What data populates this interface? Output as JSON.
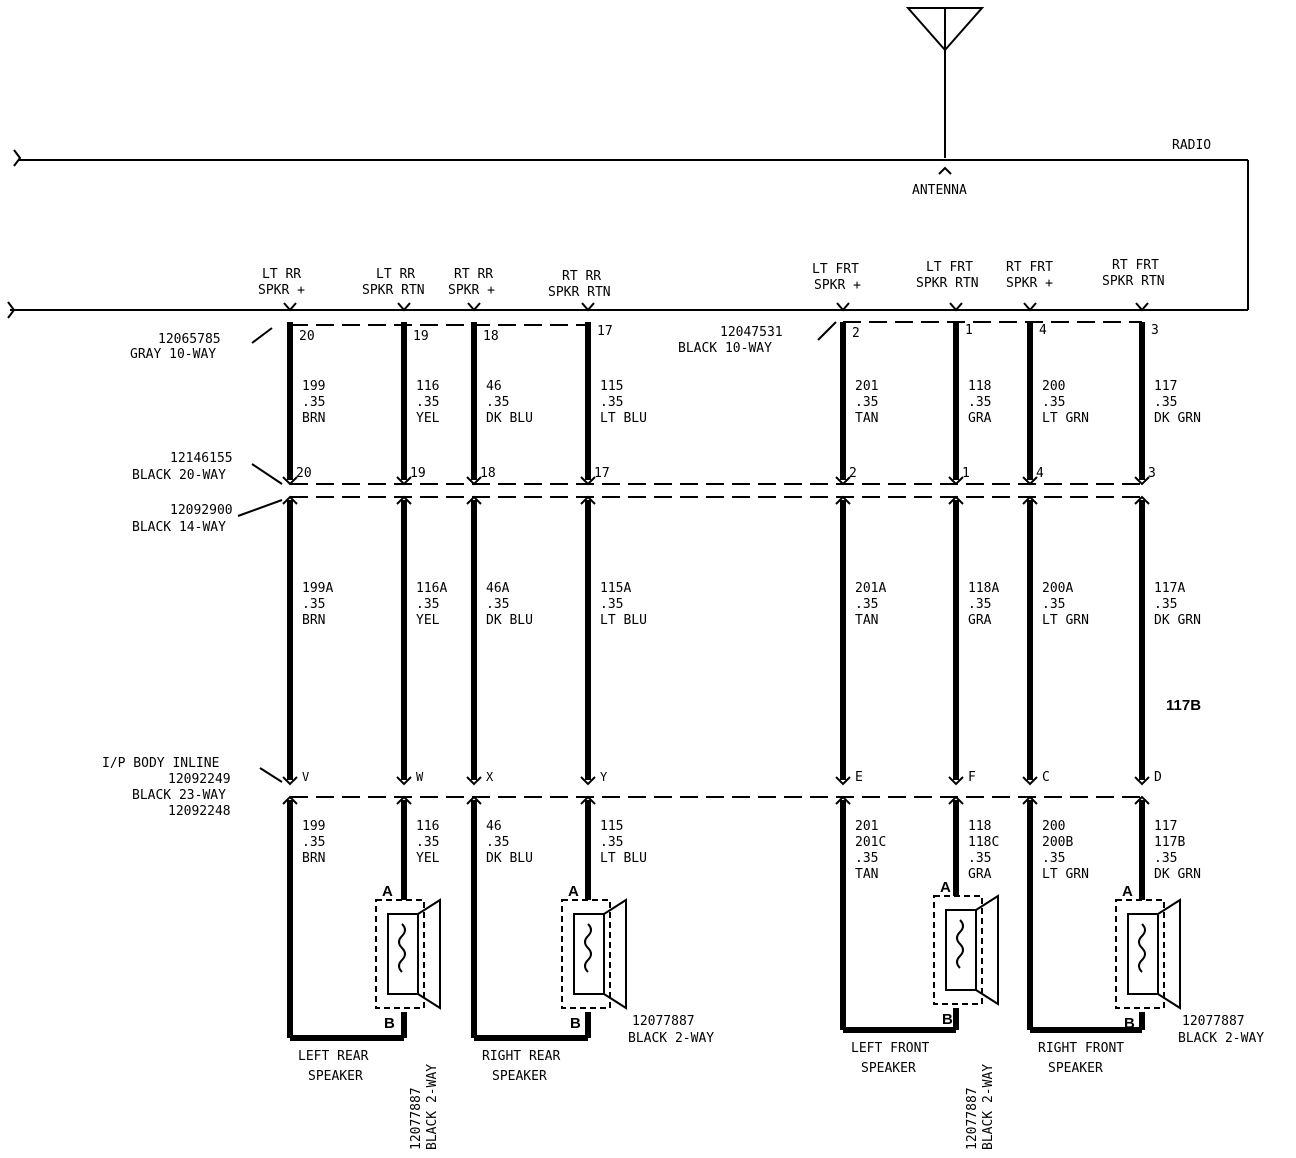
{
  "radio": {
    "label": "RADIO",
    "antenna_label": "ANTENNA",
    "outputs": [
      {
        "line1": "LT RR",
        "line2": "SPKR +"
      },
      {
        "line1": "LT RR",
        "line2": "SPKR RTN"
      },
      {
        "line1": "RT RR",
        "line2": "SPKR +"
      },
      {
        "line1": "RT RR",
        "line2": "SPKR RTN"
      },
      {
        "line1": "LT FRT",
        "line2": "SPKR +"
      },
      {
        "line1": "LT FRT",
        "line2": "SPKR RTN"
      },
      {
        "line1": "RT FRT",
        "line2": "SPKR +"
      },
      {
        "line1": "RT FRT",
        "line2": "SPKR RTN"
      }
    ]
  },
  "connectors": {
    "rear_radio": {
      "part": "12065785",
      "desc": "GRAY 10-WAY"
    },
    "front_radio": {
      "part": "12047531",
      "desc": "BLACK 10-WAY"
    },
    "c20": {
      "part": "12146155",
      "desc": "BLACK 20-WAY"
    },
    "c14": {
      "part": "12092900",
      "desc": "BLACK 14-WAY"
    },
    "ip_inline": {
      "line1": "I/P BODY INLINE",
      "part1": "12092249",
      "desc": "BLACK 23-WAY",
      "part2": "12092248"
    }
  },
  "wires": [
    {
      "top_pin": "20",
      "mid_pin": "20",
      "inline_pin": "V",
      "seg1": [
        "199",
        ".35",
        "BRN"
      ],
      "seg2": [
        "199A",
        ".35",
        "BRN"
      ],
      "seg3": [
        "199",
        ".35",
        "BRN"
      ]
    },
    {
      "top_pin": "19",
      "mid_pin": "19",
      "inline_pin": "W",
      "seg1": [
        "116",
        ".35",
        "YEL"
      ],
      "seg2": [
        "116A",
        ".35",
        "YEL"
      ],
      "seg3": [
        "116",
        ".35",
        "YEL"
      ]
    },
    {
      "top_pin": "18",
      "mid_pin": "18",
      "inline_pin": "X",
      "seg1": [
        "46",
        ".35",
        "DK BLU"
      ],
      "seg2": [
        "46A",
        ".35",
        "DK BLU"
      ],
      "seg3": [
        "46",
        ".35",
        "DK BLU"
      ]
    },
    {
      "top_pin": "17",
      "mid_pin": "17",
      "inline_pin": "Y",
      "seg1": [
        "115",
        ".35",
        "LT BLU"
      ],
      "seg2": [
        "115A",
        ".35",
        "LT BLU"
      ],
      "seg3": [
        "115",
        ".35",
        "LT BLU"
      ]
    },
    {
      "top_pin": "2",
      "mid_pin": "2",
      "inline_pin": "E",
      "seg1": [
        "201",
        ".35",
        "TAN"
      ],
      "seg2": [
        "201A",
        ".35",
        "TAN"
      ],
      "seg3": [
        "201",
        "201C",
        ".35",
        "TAN"
      ]
    },
    {
      "top_pin": "1",
      "mid_pin": "1",
      "inline_pin": "F",
      "seg1": [
        "118",
        ".35",
        "GRA"
      ],
      "seg2": [
        "118A",
        ".35",
        "GRA"
      ],
      "seg3": [
        "118",
        "118C",
        ".35",
        "GRA"
      ]
    },
    {
      "top_pin": "4",
      "mid_pin": "4",
      "inline_pin": "C",
      "seg1": [
        "200",
        ".35",
        "LT GRN"
      ],
      "seg2": [
        "200A",
        ".35",
        "LT GRN"
      ],
      "seg3": [
        "200",
        "200B",
        ".35",
        "LT GRN"
      ]
    },
    {
      "top_pin": "3",
      "mid_pin": "3",
      "inline_pin": "D",
      "seg1": [
        "117",
        ".35",
        "DK GRN"
      ],
      "seg2": [
        "117A",
        ".35",
        "DK GRN"
      ],
      "seg3": [
        "117",
        "117B",
        ".35",
        "DK GRN"
      ]
    }
  ],
  "splice_label": "117B",
  "speakers": [
    {
      "name_line1": "LEFT REAR",
      "name_line2": "SPEAKER",
      "pin_a": "A",
      "pin_b": "B",
      "conn_part": "12077887",
      "conn_desc": "BLACK 2-WAY"
    },
    {
      "name_line1": "RIGHT REAR",
      "name_line2": "SPEAKER",
      "pin_a": "A",
      "pin_b": "B",
      "conn_part": "12077887",
      "conn_desc": "BLACK 2-WAY"
    },
    {
      "name_line1": "LEFT FRONT",
      "name_line2": "SPEAKER",
      "pin_a": "A",
      "pin_b": "B",
      "conn_part": "12077887",
      "conn_desc": "BLACK 2-WAY"
    },
    {
      "name_line1": "RIGHT FRONT",
      "name_line2": "SPEAKER",
      "pin_a": "A",
      "pin_b": "B",
      "conn_part": "12077887",
      "conn_desc": "BLACK 2-WAY"
    }
  ]
}
